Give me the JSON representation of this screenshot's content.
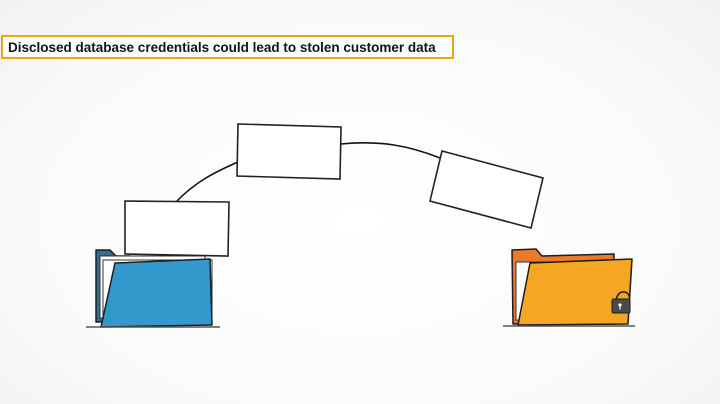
{
  "caption": {
    "text": "Disclosed database credentials could lead to stolen customer data",
    "border_color": "#f2a21a"
  },
  "scene": {
    "source_folder": {
      "icon": "open-folder-icon",
      "color": "#3399cc",
      "back_color": "#2e6f96"
    },
    "destination_folder": {
      "icon": "locked-folder-icon",
      "color": "#f5a623",
      "back_color": "#ec7a2b",
      "lock_icon": "padlock-icon"
    },
    "documents": [
      {
        "name": "document-leaving-folder"
      },
      {
        "name": "document-in-transit-top"
      },
      {
        "name": "document-in-transit-right"
      }
    ],
    "path_color": "#111111"
  }
}
